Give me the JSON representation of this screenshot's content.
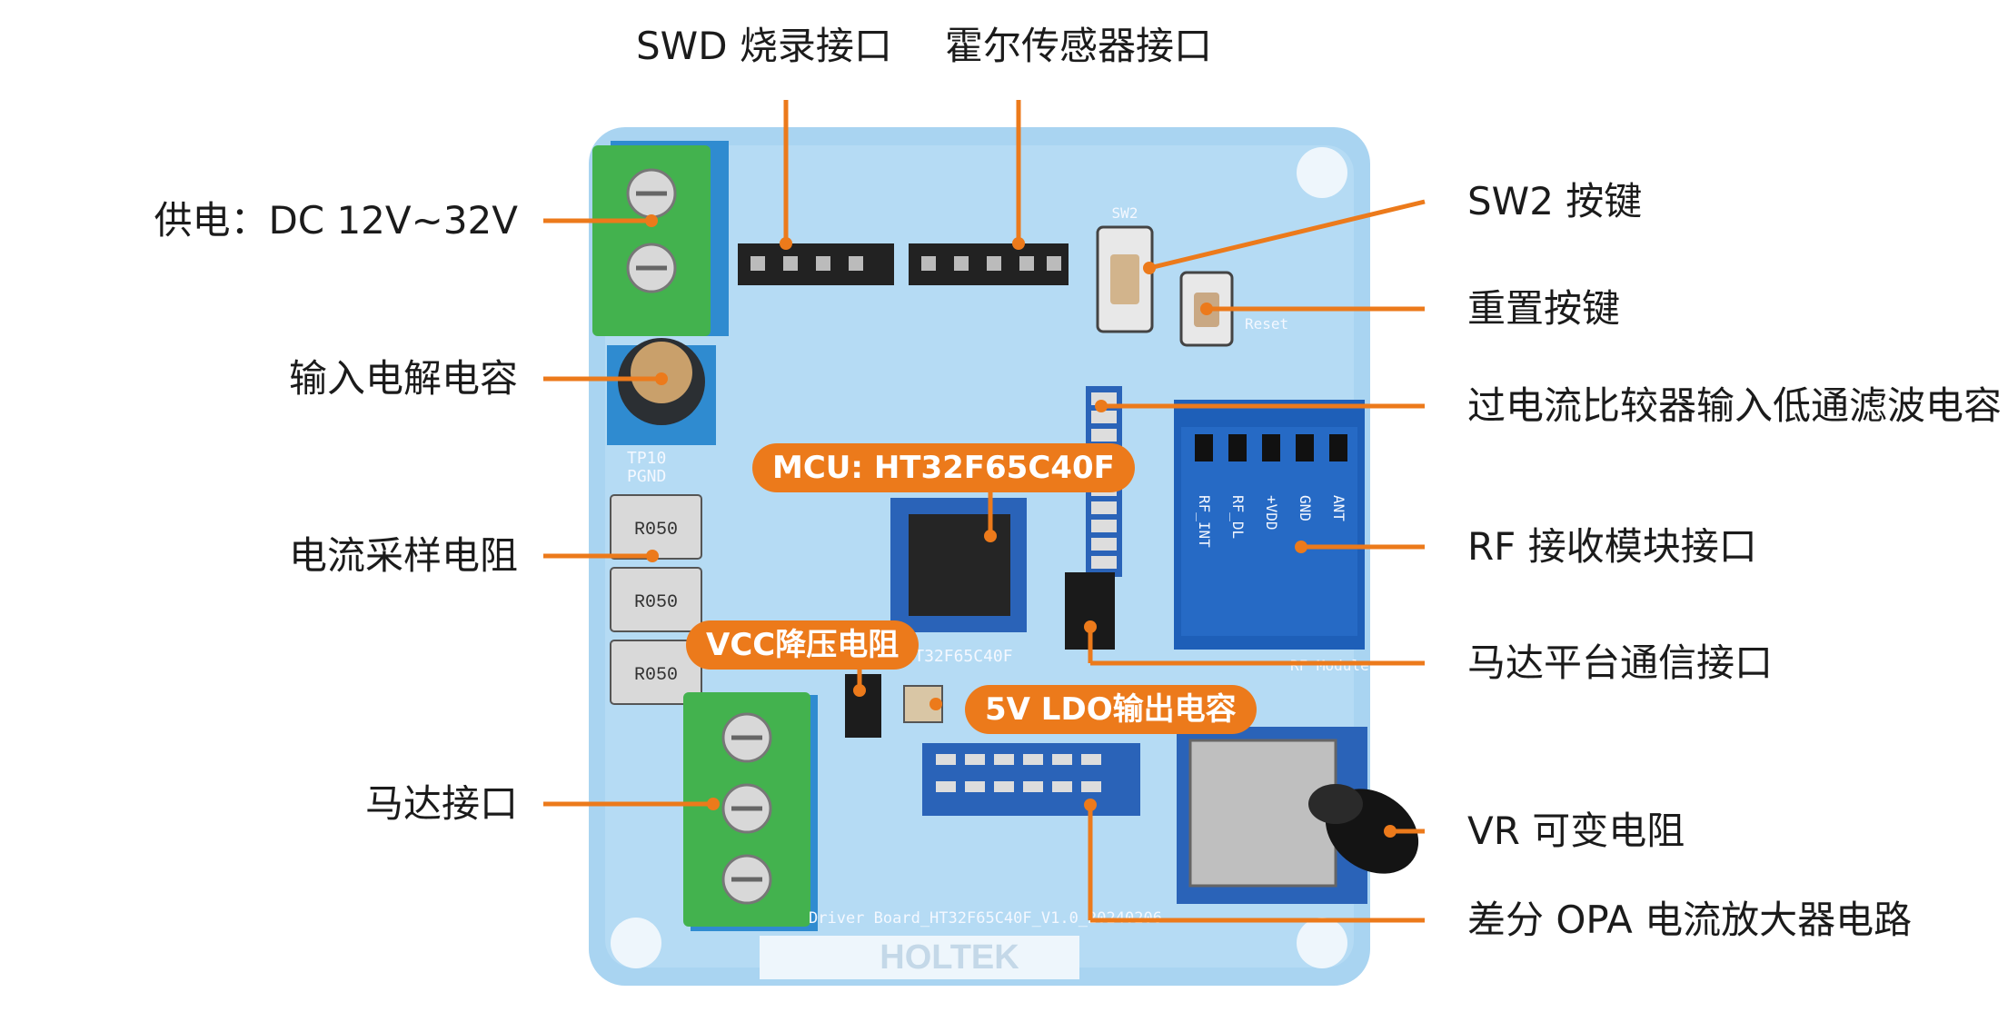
{
  "top_labels": {
    "swd": "SWD 烧录接口",
    "hall": "霍尔传感器接口"
  },
  "left_labels": {
    "power": "供电：DC 12V~32V",
    "input_cap": "输入电解电容",
    "shunt": "电流采样电阻",
    "motor": "马达接口"
  },
  "right_labels": {
    "sw2": "SW2 按键",
    "reset": "重置按键",
    "ocp_filter": "过电流比较器输入低通滤波电容",
    "rf": "RF 接收模块接口",
    "motor_comm": "马达平台通信接口",
    "vr": "VR 可变电阻",
    "opa": "差分 OPA 电流放大器电路"
  },
  "pill_labels": {
    "mcu": "MCU: HT32F65C40F",
    "vcc_drop": "VCC降压电阻",
    "ldo": "5V LDO输出电容"
  },
  "board_silk": {
    "chip_name": "HT32F65C40F",
    "logo": "HOLTEK",
    "board_id": "Driver Board_HT32F65C40F_V1.0_20240206",
    "rf_pins": [
      "RF_INT",
      "RF_DL",
      "+VDD",
      "GND",
      "ANT"
    ],
    "shunt_marks": [
      "R050",
      "R050",
      "R050"
    ],
    "tp10": "TP10",
    "pgnd": "PGND",
    "sw2": "SW2",
    "reset": "Reset",
    "rf_module": "RF Module"
  },
  "colors": {
    "accent": "#ec7a1b",
    "board": "#a8d3f0",
    "terminal": "#3fae4a"
  }
}
